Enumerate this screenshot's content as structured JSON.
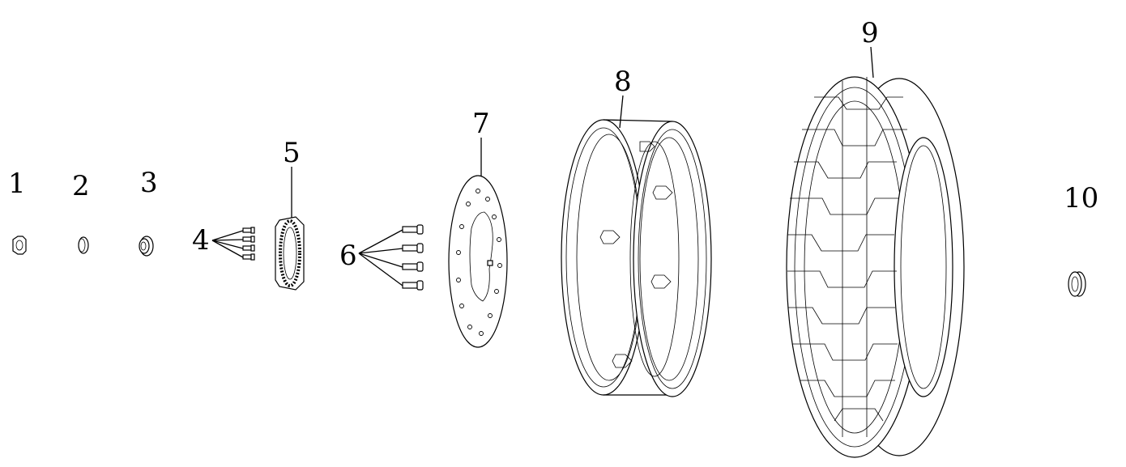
{
  "diagram": {
    "type": "exploded-parts-view",
    "parts": [
      {
        "callout": "1"
      },
      {
        "callout": "2"
      },
      {
        "callout": "3"
      },
      {
        "callout": "4"
      },
      {
        "callout": "5"
      },
      {
        "callout": "6"
      },
      {
        "callout": "7"
      },
      {
        "callout": "8"
      },
      {
        "callout": "9"
      },
      {
        "callout": "10"
      }
    ]
  }
}
